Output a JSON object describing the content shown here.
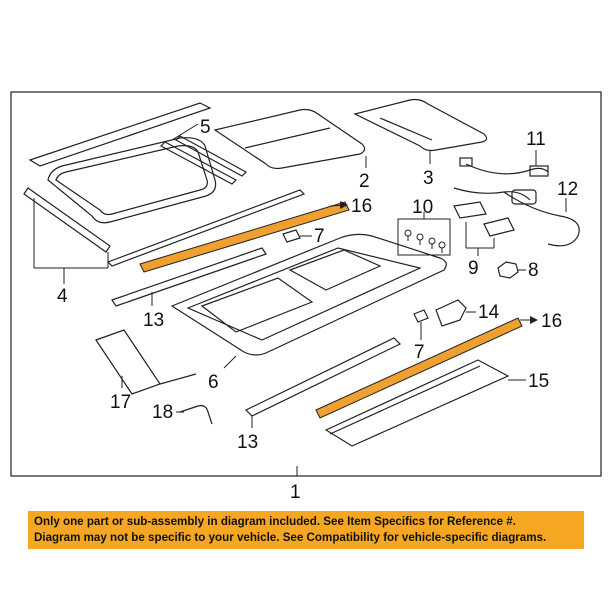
{
  "diagram": {
    "callouts": {
      "c1": "1",
      "c2": "2",
      "c3": "3",
      "c4": "4",
      "c5": "5",
      "c6": "6",
      "c7a": "7",
      "c7b": "7",
      "c8": "8",
      "c9": "9",
      "c10": "10",
      "c11": "11",
      "c12": "12",
      "c13a": "13",
      "c13b": "13",
      "c14": "14",
      "c15": "15",
      "c16a": "16",
      "c16b": "16",
      "c17": "17",
      "c18": "18"
    },
    "colors": {
      "line": "#222222",
      "highlight": "#f0a030",
      "notice_bg": "#f5a623"
    }
  },
  "notice": {
    "line1": "Only one part or sub-assembly in diagram included. See Item Specifics for Reference #.",
    "line2": "Diagram may not be specific to your vehicle. See Compatibility for vehicle-specific diagrams."
  }
}
